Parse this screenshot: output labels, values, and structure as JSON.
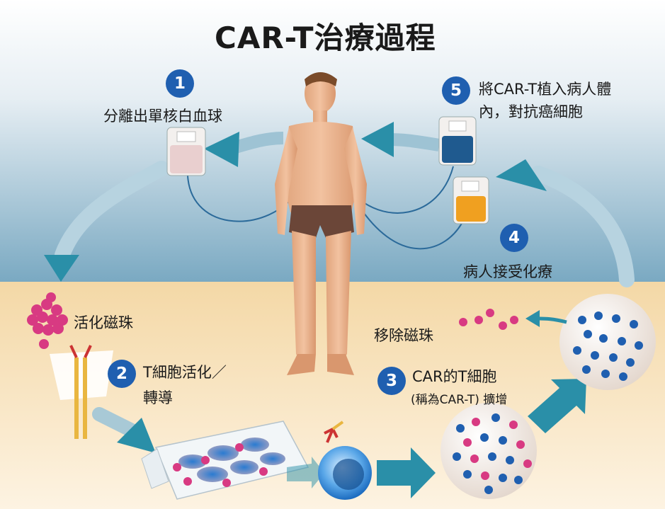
{
  "title": "CAR-T治療過程",
  "steps": [
    {
      "number": "1",
      "label": "分離出單核白血球"
    },
    {
      "number": "2",
      "label_line1": "T細胞活化／",
      "label_line2": "轉導"
    },
    {
      "number": "3",
      "label_line1": "CAR的T細胞",
      "label_line2": "(稱為CAR-T) 擴增"
    },
    {
      "number": "4",
      "label": "病人接受化療"
    },
    {
      "number": "5",
      "label_line1": "將CAR-T植入病人體",
      "label_line2": "內，對抗癌細胞"
    }
  ],
  "activation_beads_label": "活化磁珠",
  "remove_beads_label": "移除磁珠",
  "colors": {
    "badge": "#1f5fb0",
    "arrow": "#2a8fa8",
    "bead": "#d83a82",
    "cart_cell": "#1f5fb0",
    "sky_top": "#ffffff",
    "sky_bottom": "#7aa9c2",
    "ground": "#f7e0b4"
  }
}
